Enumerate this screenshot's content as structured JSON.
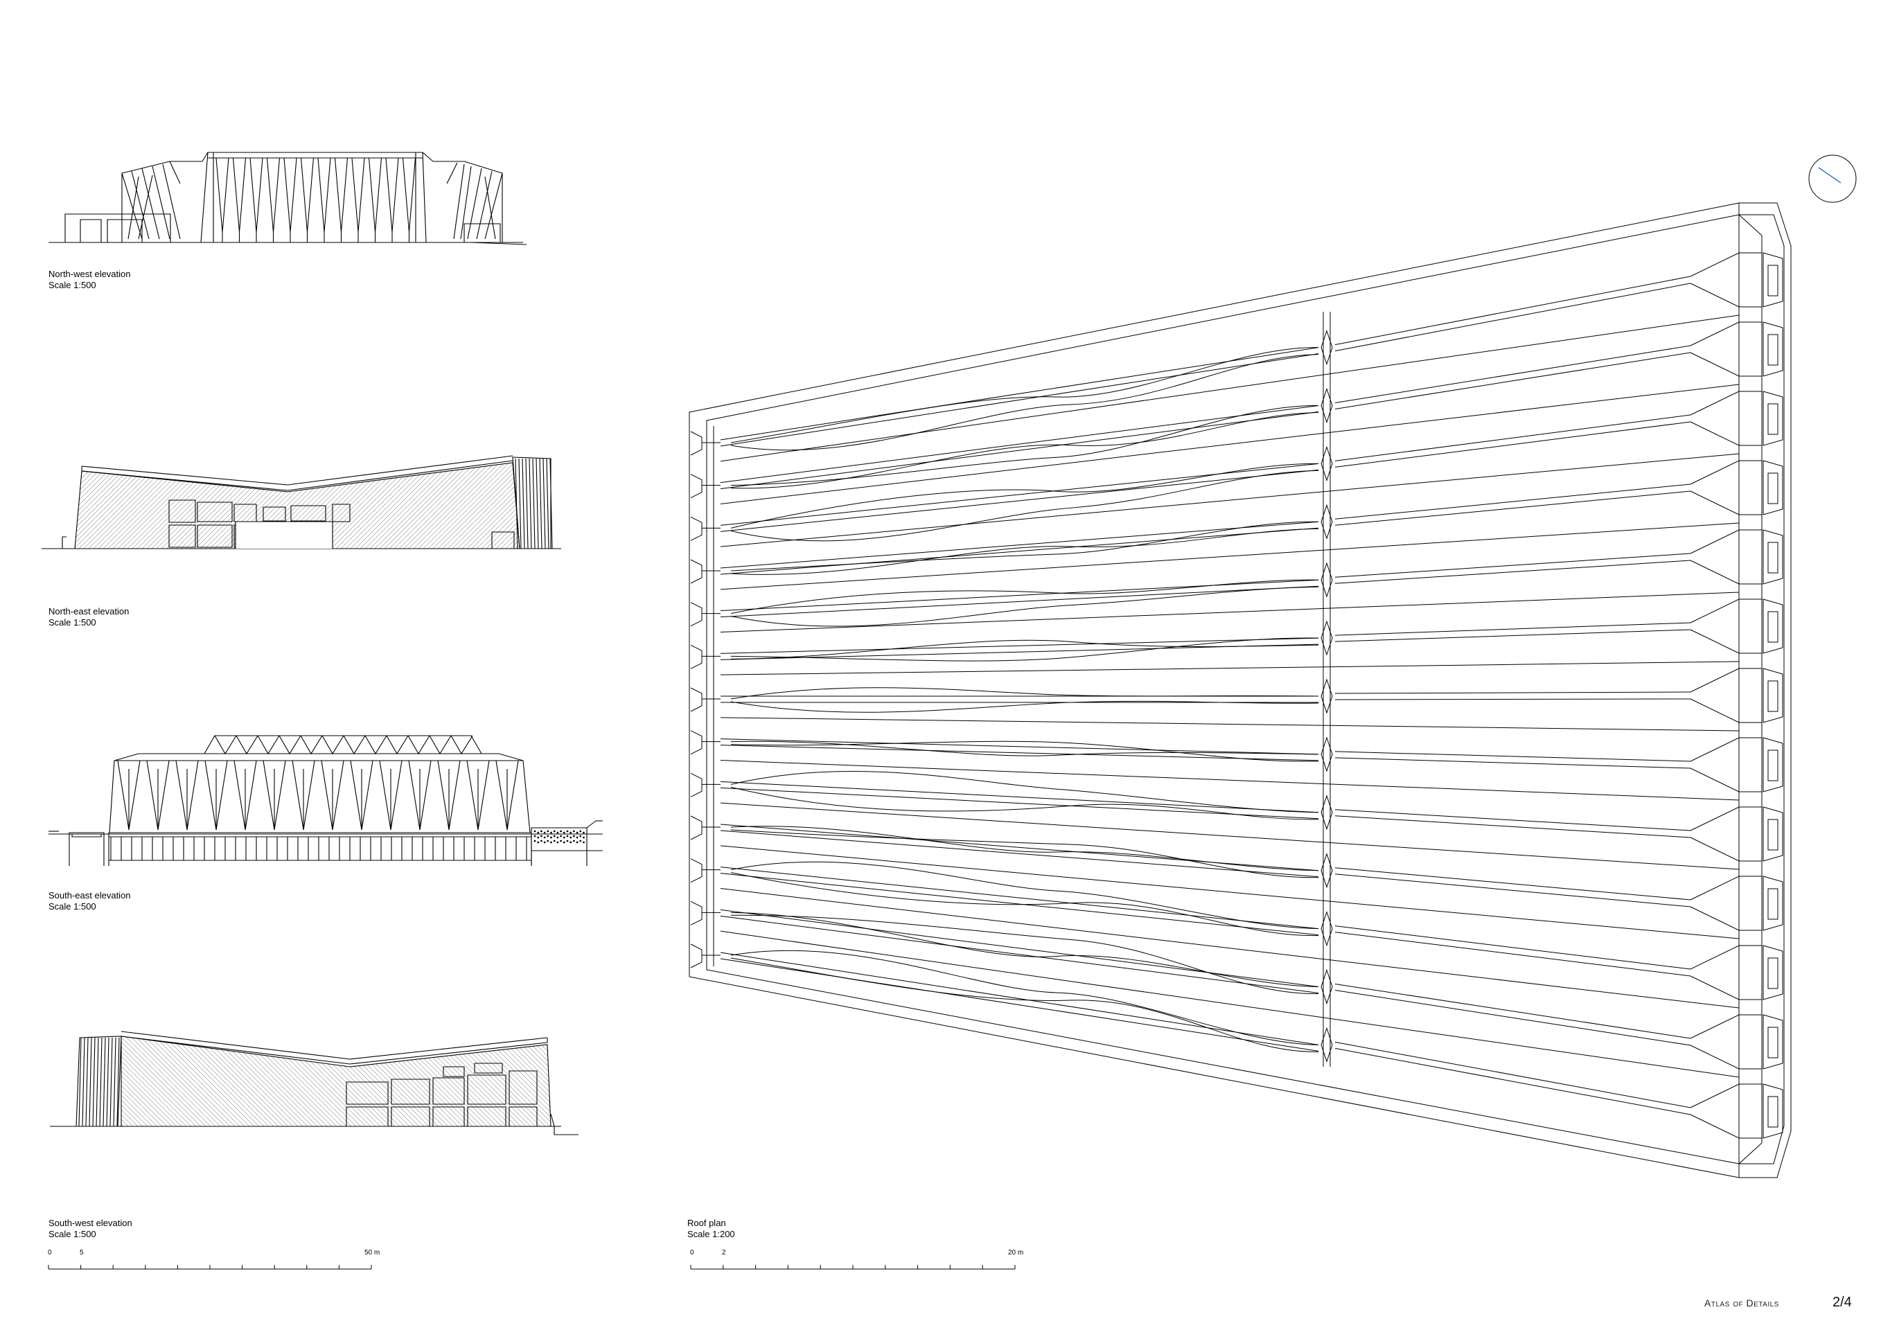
{
  "elevations": [
    {
      "title": "North-west elevation",
      "scale": "Scale 1:500"
    },
    {
      "title": "North-east elevation",
      "scale": "Scale 1:500"
    },
    {
      "title": "South-east elevation",
      "scale": "Scale 1:500"
    },
    {
      "title": "South-west elevation",
      "scale": "Scale 1:500"
    }
  ],
  "roof_plan": {
    "title": "Roof plan",
    "scale": "Scale 1:200"
  },
  "scale_bar_elevations": {
    "ticks": [
      "0",
      "5",
      "50 m"
    ]
  },
  "scale_bar_roof": {
    "ticks": [
      "0",
      "2",
      "20 m"
    ]
  },
  "footer": {
    "publication": "Atlas of Details",
    "page": "2/4"
  },
  "colors": {
    "line": "#000000",
    "north_arrow": "#2a6fd6"
  },
  "icons": {
    "north_indicator": "north-arrow-icon"
  }
}
